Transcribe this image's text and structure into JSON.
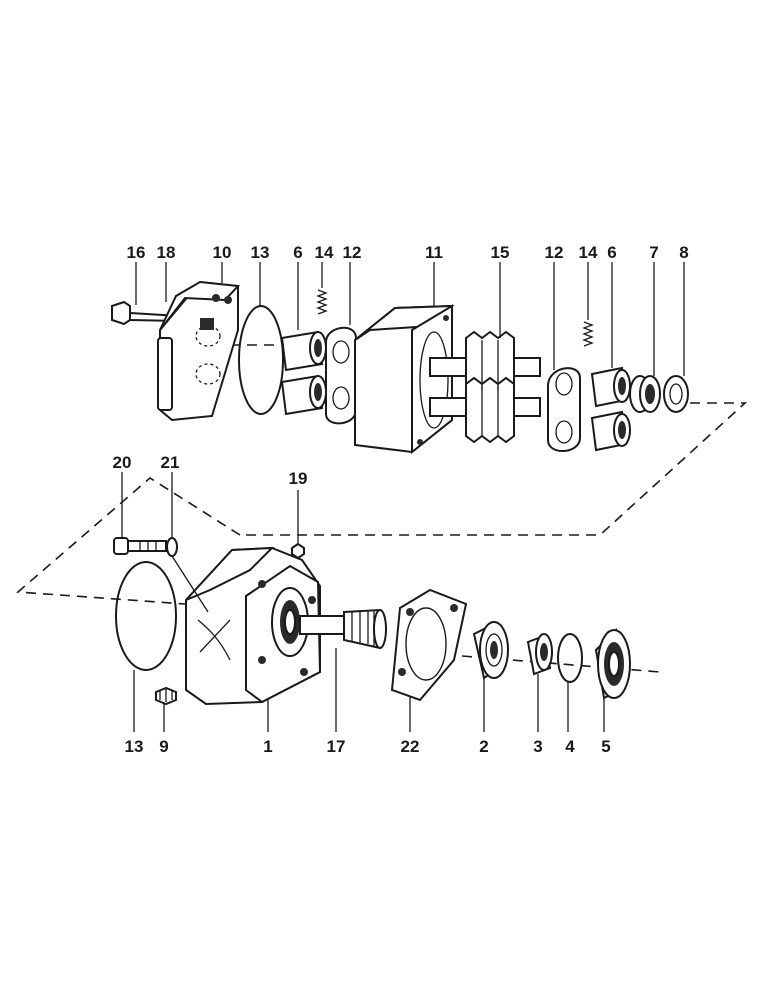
{
  "callouts": {
    "upper": [
      "16",
      "18",
      "10",
      "13",
      "6",
      "14",
      "12",
      "11",
      "15",
      "12",
      "14",
      "6",
      "7",
      "8"
    ],
    "middle": [
      "20",
      "21",
      "19"
    ],
    "lower": [
      "13",
      "9",
      "1",
      "17",
      "22",
      "2",
      "3",
      "4",
      "5"
    ]
  }
}
